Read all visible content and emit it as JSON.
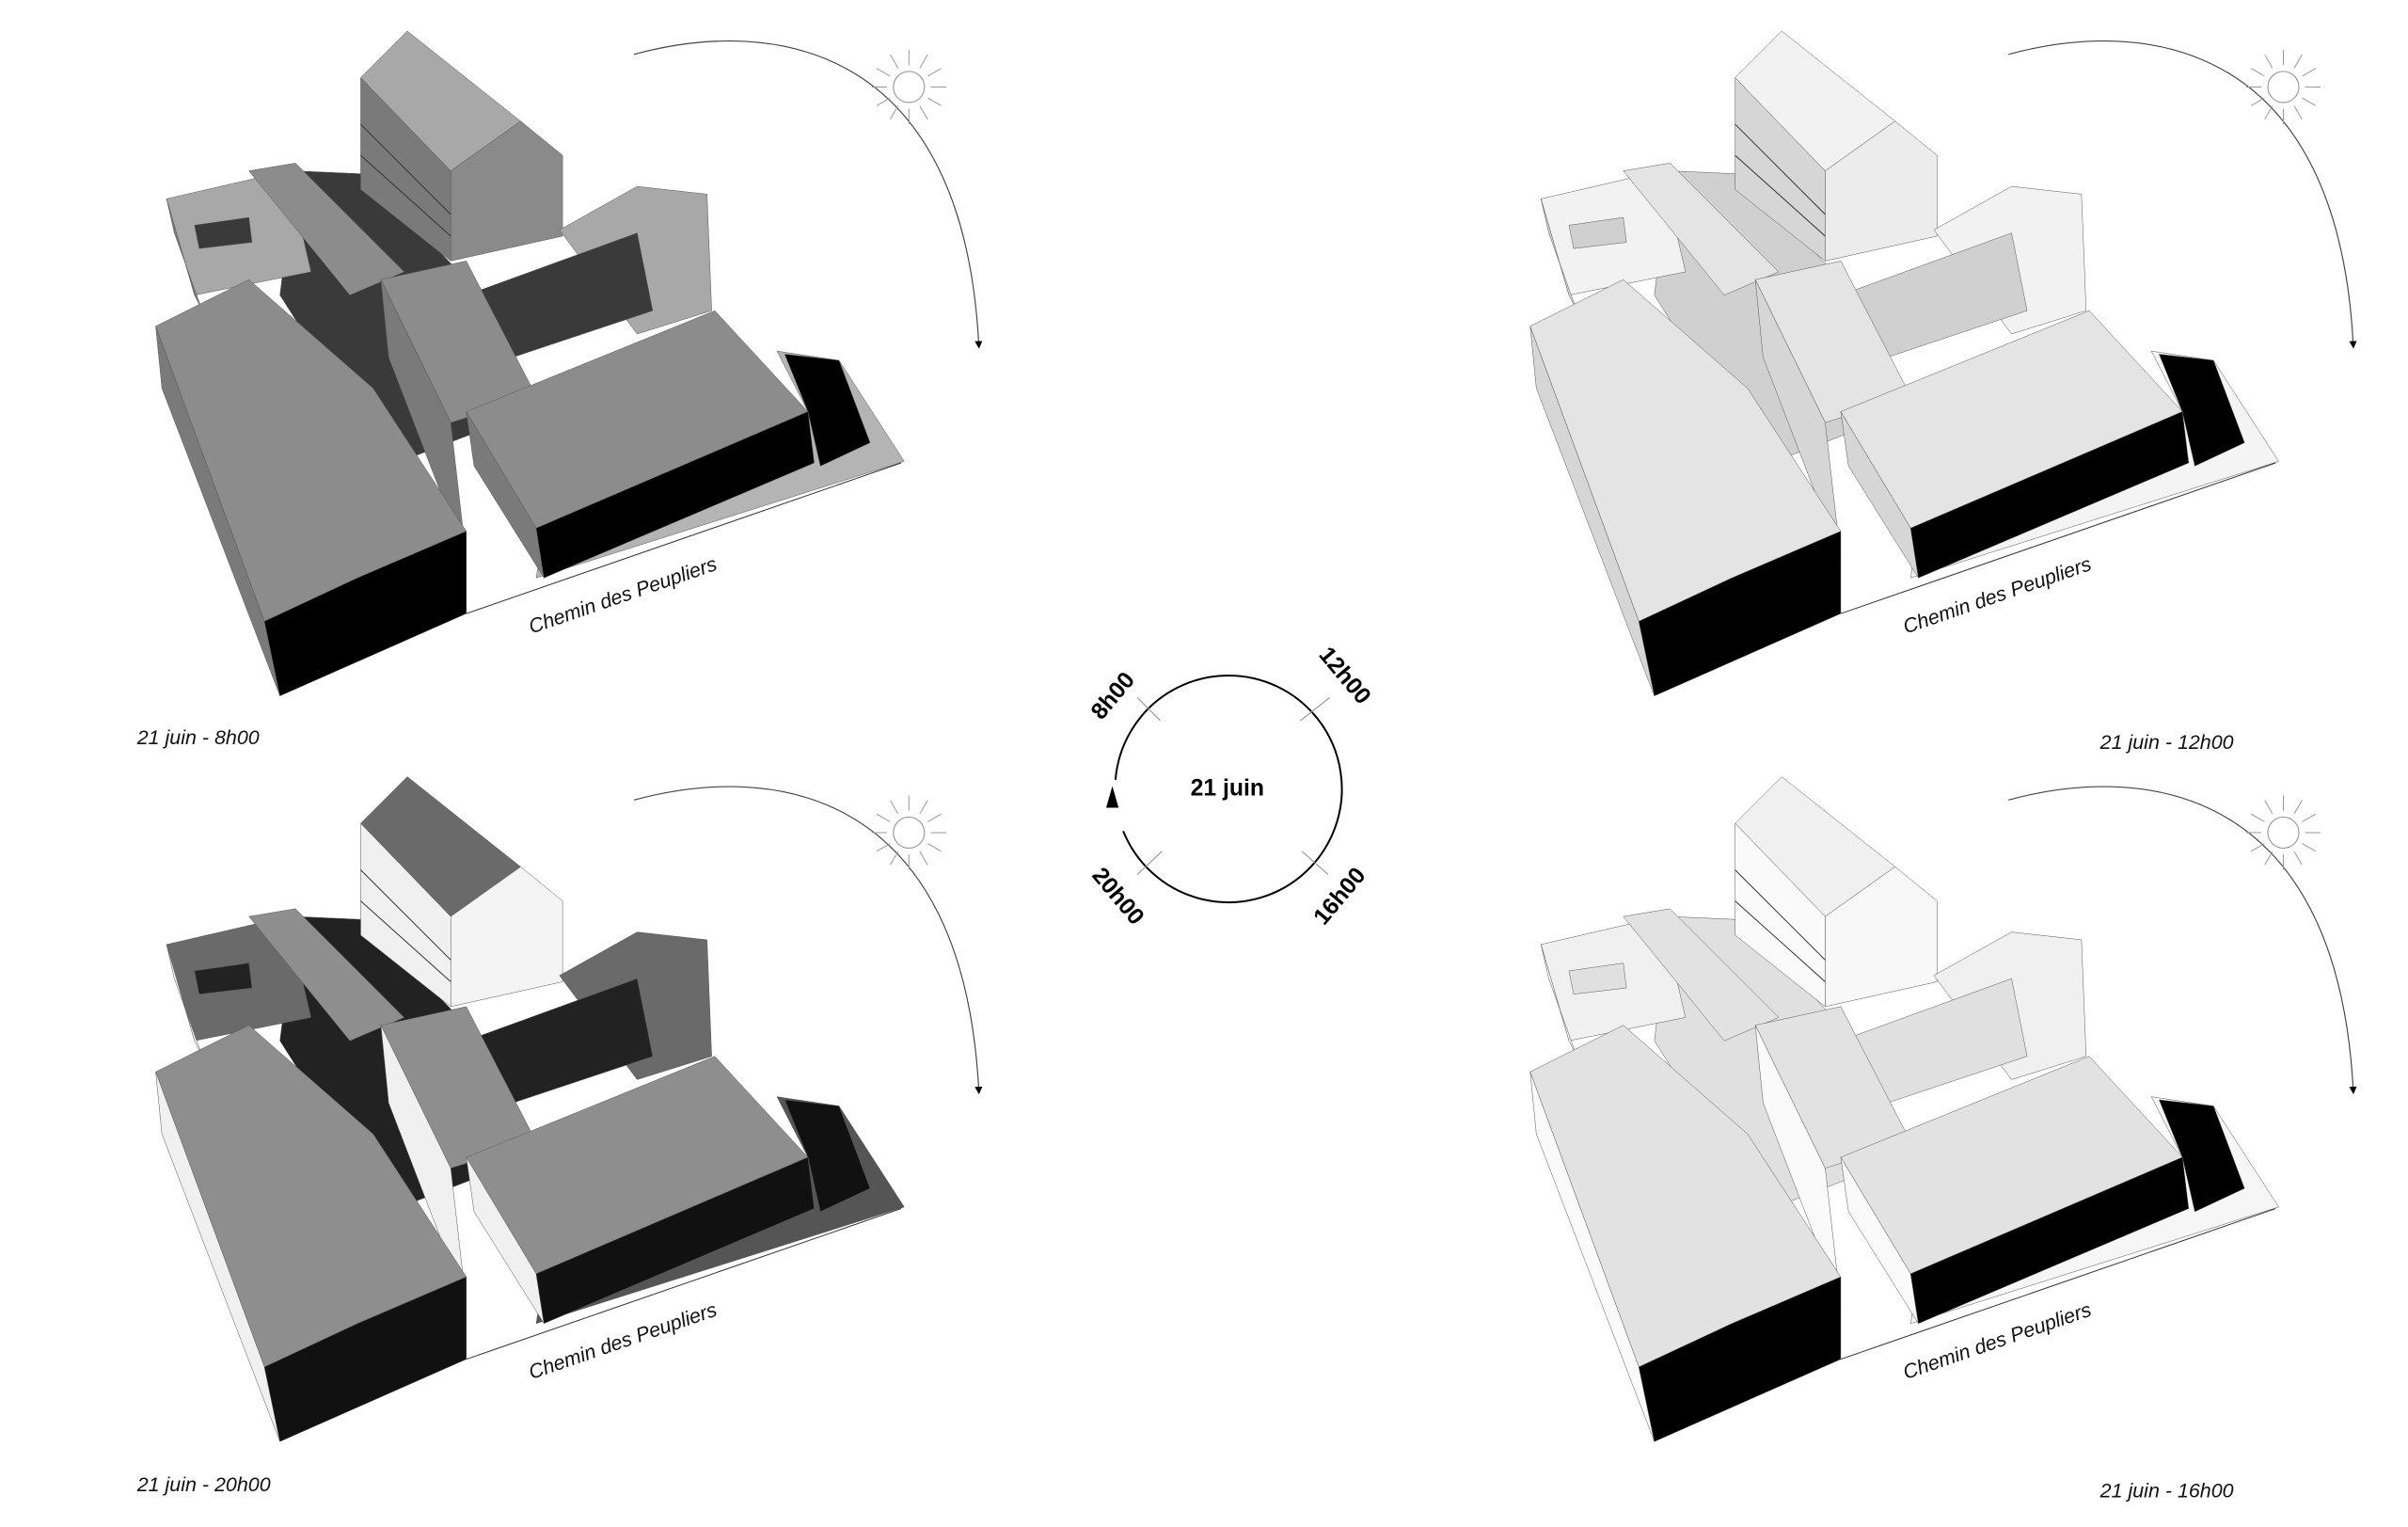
{
  "center_diagram": {
    "date": "21 juin",
    "hours": [
      "8h00",
      "12h00",
      "16h00",
      "20h00"
    ]
  },
  "panels": [
    {
      "id": "morning",
      "caption": "21 juin - 8h00",
      "street": "Chemin des Peupliers",
      "palette": {
        "roof_a": "#8c8c8c",
        "roof_b": "#a8a8a8",
        "wall": "#7a7a7a",
        "dark": "#000000",
        "ground": "#b4b4b4",
        "court": "#3a3a3a",
        "tower_front": "#8a8a8a"
      }
    },
    {
      "id": "noon",
      "caption": "21 juin - 12h00",
      "street": "Chemin des Peupliers",
      "palette": {
        "roof_a": "#e4e4e4",
        "roof_b": "#f2f2f2",
        "wall": "#d6d6d6",
        "dark": "#000000",
        "ground": "#f4f4f4",
        "court": "#d0d0d0",
        "tower_front": "#ececec"
      }
    },
    {
      "id": "evening",
      "caption": "21 juin - 20h00",
      "street": "Chemin des Peupliers",
      "palette": {
        "roof_a": "#8e8e8e",
        "roof_b": "#6a6a6a",
        "wall": "#f0f0f0",
        "dark": "#111111",
        "ground": "#555555",
        "court": "#222222",
        "tower_front": "#f4f4f4"
      }
    },
    {
      "id": "afternoon",
      "caption": "21 juin - 16h00",
      "street": "Chemin des Peupliers",
      "palette": {
        "roof_a": "#e2e2e2",
        "roof_b": "#f0f0f0",
        "wall": "#fafafa",
        "dark": "#000000",
        "ground": "#f6f6f6",
        "court": "#e0e0e0",
        "tower_front": "#f8f8f8"
      }
    }
  ]
}
